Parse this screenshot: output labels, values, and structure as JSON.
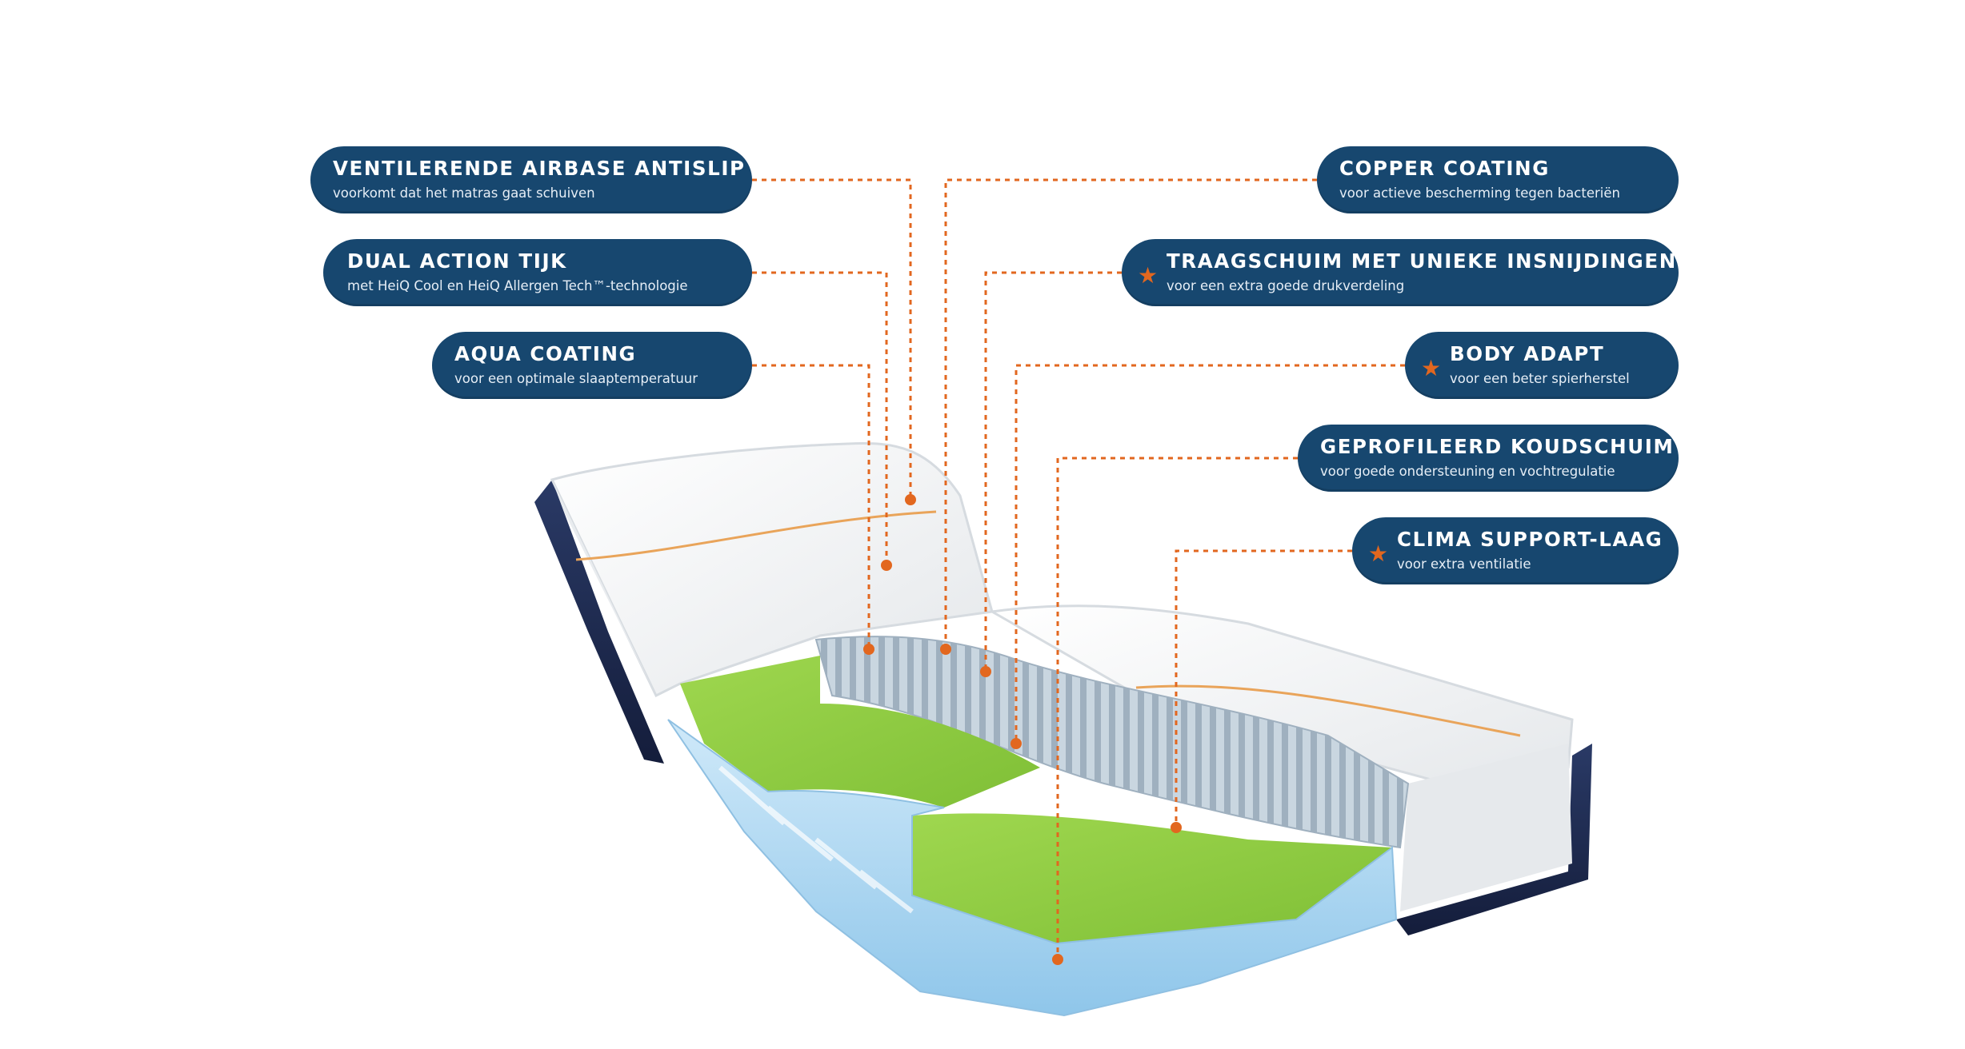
{
  "labels": {
    "left": [
      {
        "title": "VENTILERENDE AIRBASE ANTISLIP",
        "subtitle": "voorkomt dat het matras gaat schuiven"
      },
      {
        "title": "DUAL ACTION TIJK",
        "subtitle": "met HeiQ Cool en HeiQ Allergen Tech™-technologie"
      },
      {
        "title": "AQUA COATING",
        "subtitle": "voor een optimale slaaptemperatuur"
      }
    ],
    "right": [
      {
        "title": "COPPER COATING",
        "subtitle": "voor actieve bescherming tegen bacteriën",
        "star": false
      },
      {
        "title": "TRAAGSCHUIM MET UNIEKE INSNIJDINGEN",
        "subtitle": "voor een extra goede drukverdeling",
        "star": true
      },
      {
        "title": "BODY ADAPT",
        "subtitle": "voor een beter spierherstel",
        "star": true
      },
      {
        "title": "GEPROFILEERD KOUDSCHUIM",
        "subtitle": "voor goede ondersteuning en vochtregulatie",
        "star": false
      },
      {
        "title": "CLIMA SUPPORT-LAAG",
        "subtitle": "voor extra ventilatie",
        "star": true
      }
    ]
  },
  "icons": {
    "highlight_marker": "star-icon"
  },
  "colors": {
    "label_background": "#17476f",
    "label_text": "#ffffff",
    "leader_line": "#e2671f",
    "foam_blue": "#a9d5f0",
    "foam_green": "#8ccb3f",
    "cover_white": "#f4f5f6",
    "border_navy": "#1d2a4f"
  }
}
